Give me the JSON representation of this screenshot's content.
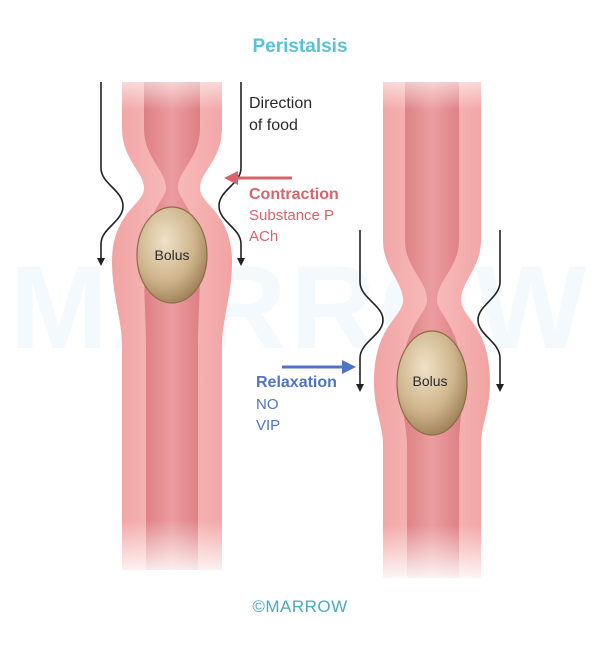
{
  "title": "Peristalsis",
  "direction_label": [
    "Direction",
    "of food"
  ],
  "contraction": {
    "heading": "Contraction",
    "mediators": [
      "Substance P",
      "ACh"
    ],
    "color": "#d5646b"
  },
  "relaxation": {
    "heading": "Relaxation",
    "mediators": [
      "NO",
      "VIP"
    ],
    "color": "#4f74c6"
  },
  "bolus_label": "Bolus",
  "credit": "©MARROW",
  "watermark": "MARROW",
  "colors": {
    "tube_wall": "#f4aaa9",
    "tube_lumen": "#e8868a",
    "bolus": "#c8ad86",
    "title": "#58c3d8",
    "arrow_lines": "#222222"
  },
  "icons": [
    "flow-arrow-icon",
    "contraction-arrow-icon",
    "relaxation-arrow-icon"
  ]
}
